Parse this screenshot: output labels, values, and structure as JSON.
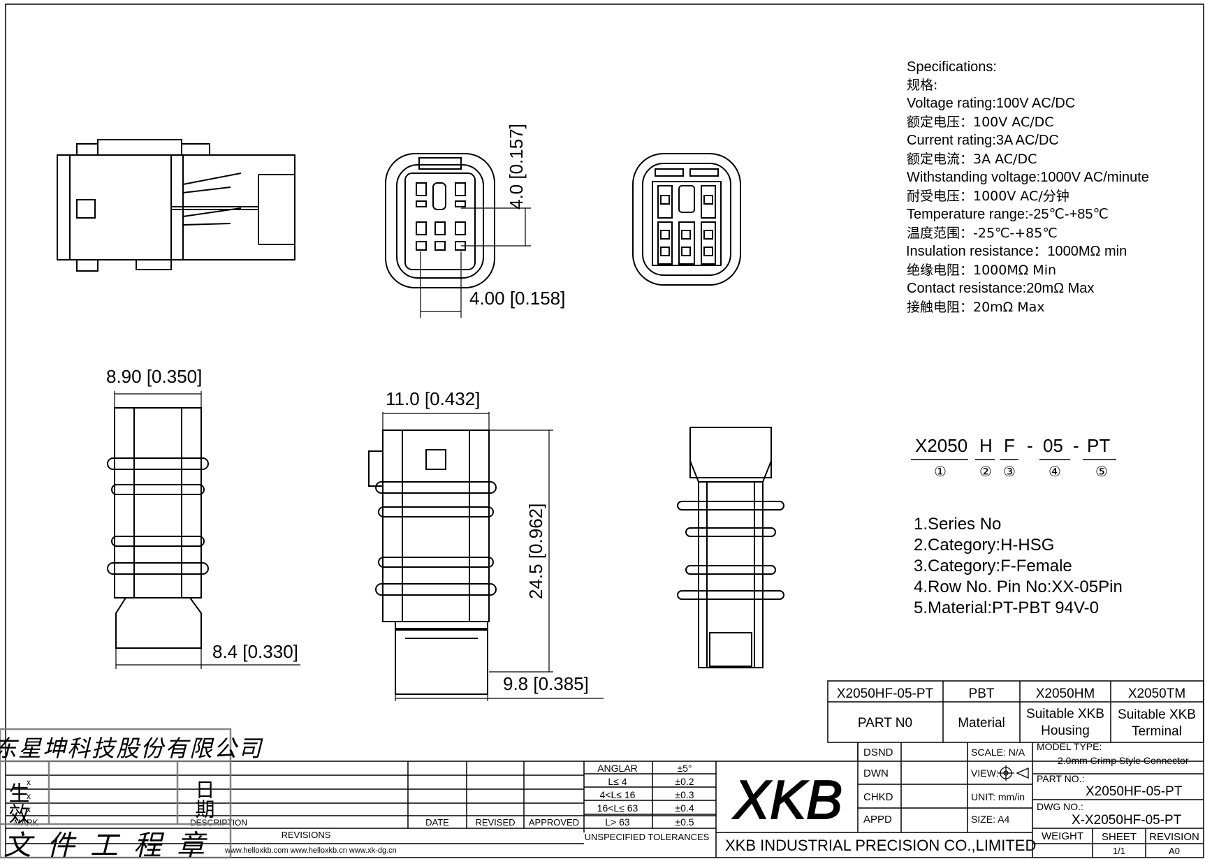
{
  "specifications": {
    "heading_en": "Specifications:",
    "heading_cn": "规格:",
    "lines": [
      "Voltage rating:100V AC/DC",
      "额定电压：100V AC/DC",
      "Current rating:3A AC/DC",
      "额定电流：3A AC/DC",
      "Withstanding voltage:1000V AC/minute",
      "耐受电压：1000V AC/分钟",
      "Temperature range:-25℃-+85℃",
      "温度范围：-25℃-+85℃",
      "Insulation resistance：1000MΩ min",
      "绝缘电阻：1000MΩ Min",
      "Contact resistance:20mΩ Max",
      "接触电阻：20mΩ Max"
    ]
  },
  "dimensions": {
    "front_height": "4.0 [0.157]",
    "front_width": "4.00 [0.158]",
    "side_top_width": "8.90 [0.350]",
    "side_bottom_width": "8.4 [0.330]",
    "mid_top_width": "11.0 [0.432]",
    "mid_height": "24.5 [0.962]",
    "mid_bottom_width": "9.8 [0.385]"
  },
  "part_code": {
    "segments": [
      "X2050",
      "H",
      "F",
      "-",
      "05",
      "-",
      "PT"
    ],
    "markers": [
      "①",
      "②",
      "③",
      "④",
      "⑤"
    ]
  },
  "legend": [
    "1.Series No",
    "2.Category:H-HSG",
    "3.Category:F-Female",
    "4.Row No. Pin No:XX-05Pin",
    "5.Material:PT-PBT  94V-0"
  ],
  "parts_table": {
    "row1": [
      "X2050HF-05-PT",
      "PBT",
      "X2050HM",
      "X2050TM"
    ],
    "row2": [
      "PART N0",
      "Material",
      "Suitable XKB",
      "Housing",
      "Suitable XKB",
      "Terminal"
    ]
  },
  "title_block": {
    "dsnd": "DSND",
    "dwn": "DWN",
    "chkd": "CHKD",
    "appd": "APPD",
    "scale": "SCALE: N/A",
    "view": "VIEW:",
    "unit": "UNIT: mm/in",
    "size": "SIZE: A4",
    "model_type_label": "MODEL TYPE:",
    "model_type_value": "2.0mm Crimp Style Connector",
    "part_no_label": "PART NO.:",
    "part_no_value": "X2050HF-05-PT",
    "dwg_no_label": "DWG NO.:",
    "dwg_no_value": "X-X2050HF-05-PT",
    "weight": "WEIGHT",
    "sheet": "SHEET",
    "revision": "REVISION",
    "sheet_value": "1/1",
    "revision_value": "A0",
    "logo": "XKB",
    "company": "XKB INDUSTRIAL PRECISION CO.,LIMITED"
  },
  "tolerances": {
    "rows": [
      [
        "ANGLAR",
        "±5°"
      ],
      [
        "L≤  4",
        "±0.2"
      ],
      [
        "4<L≤  16",
        "±0.3"
      ],
      [
        "16<L≤  63",
        "±0.4"
      ],
      [
        "L>  63",
        "±0.5"
      ]
    ],
    "caption": "UNSPECIFIED TOLERANCES"
  },
  "revisions": {
    "columns": [
      "MARK",
      "DESCRIPTION",
      "DATE",
      "REVISED",
      "APPROVED"
    ],
    "caption": "REVISIONS",
    "websites": "www.helloxkb.com    www.helloxkb.cn  www.xk-dg.cn",
    "mark_rows": [
      "x",
      "x",
      "x"
    ]
  },
  "stamp": {
    "company_cn": "广东星坤科技股份有限公司",
    "left_chars": "生效",
    "right_chars": "日期",
    "bottom": "文件工程章"
  }
}
